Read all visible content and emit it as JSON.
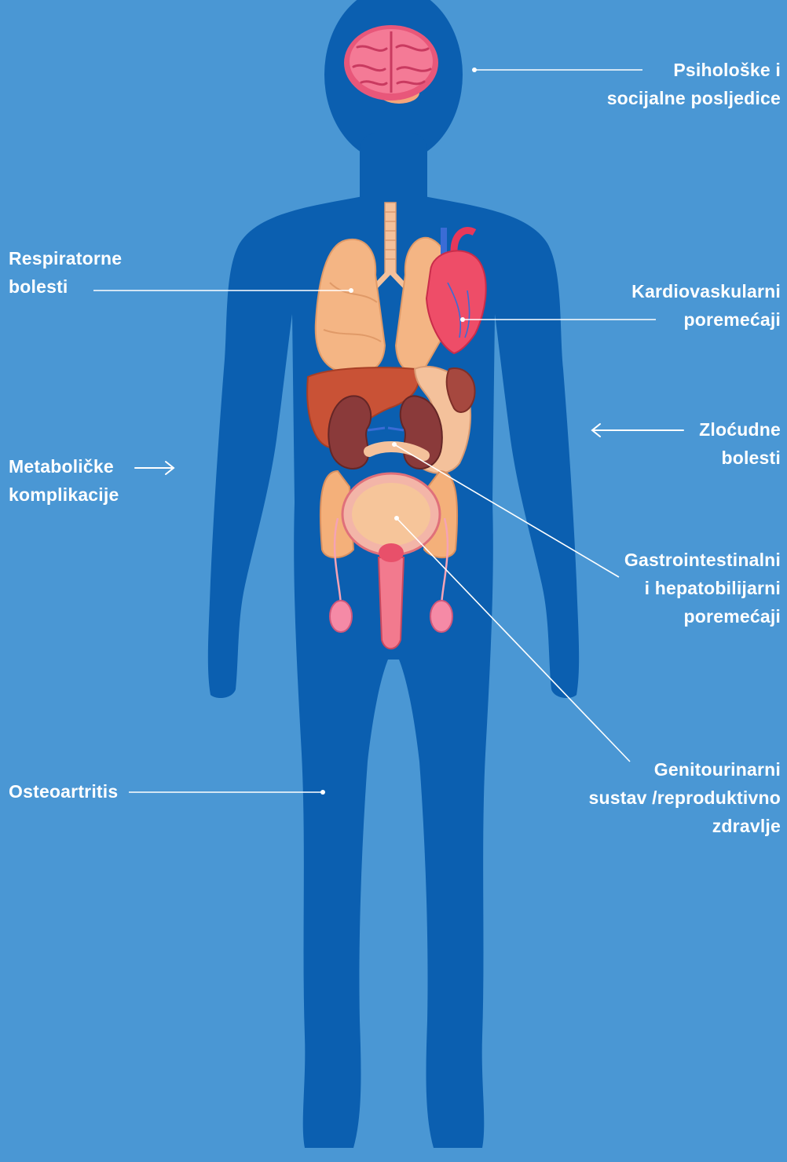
{
  "colors": {
    "background": "#4a97d4",
    "silhouette": "#0b5fb0",
    "label_text": "#ffffff",
    "leader_line": "#ffffff"
  },
  "labels": {
    "psychological": {
      "line1": "Psihološke i",
      "line2": "socijalne posljedice"
    },
    "respiratory": {
      "line1": "Respiratorne",
      "line2": "bolesti"
    },
    "cardiovascular": {
      "line1": "Kardiovaskularni",
      "line2": "poremećaji"
    },
    "malignant": {
      "line1": "Zloćudne",
      "line2": "bolesti"
    },
    "metabolic": {
      "line1": "Metaboličke",
      "line2": "komplikacije"
    },
    "gastro": {
      "line1": "Gastrointestinalni",
      "line2": "i hepatobilijarni",
      "line3": "poremećaji"
    },
    "genitourinary": {
      "line1": "Genitourinarni",
      "line2": "sustav /reproduktivno",
      "line3": "zdravlje"
    },
    "osteoarthritis": {
      "line1": "Osteoartritis"
    }
  },
  "icons": [
    "brain-icon",
    "lungs-icon",
    "heart-icon",
    "liver-icon",
    "kidney-icon",
    "stomach-icon",
    "spleen-icon",
    "intestine-icon",
    "bladder-icon",
    "reproductive-organs-icon"
  ]
}
